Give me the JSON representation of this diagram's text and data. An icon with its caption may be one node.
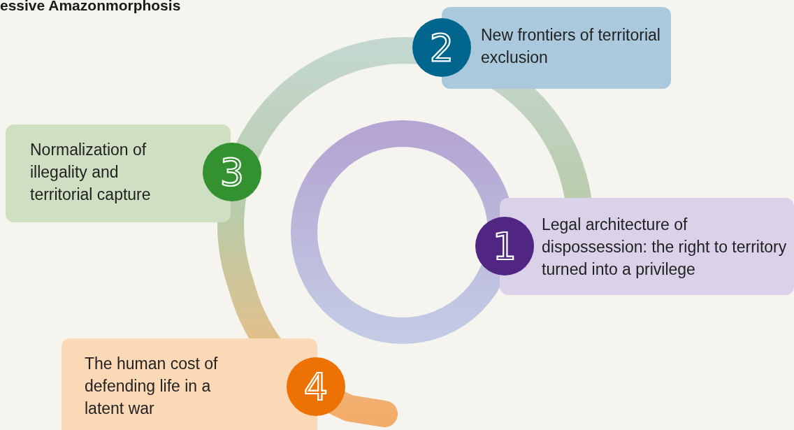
{
  "diagram": {
    "title": "essive Amazonmorphosis",
    "nodes": [
      {
        "text": [
          "New frontiers of territorial exclusion"
        ]
      },
      {
        "text": [
          "2"
        ]
      },
      {
        "text": [
          "Normalization of illegality and territorial capture"
        ]
      },
      {
        "text": [
          "3"
        ]
      },
      {
        "text": [
          "Legal architecture of dispossession: the right to territory turned into a privilege"
        ]
      },
      {
        "text": [
          "1"
        ]
      },
      {
        "text": [
          "The human cost of defending life in a latent war"
        ]
      },
      {
        "text": [
          "4"
        ]
      }
    ]
  }
}
